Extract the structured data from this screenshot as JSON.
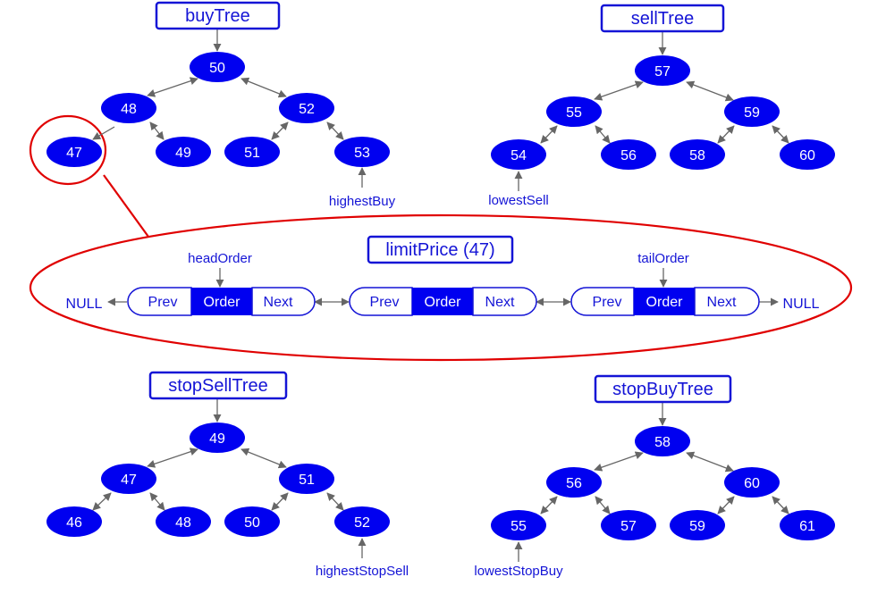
{
  "colors": {
    "node_fill": "#0000f0",
    "text_blue": "#1414d6",
    "edge": "#666666",
    "highlight": "#e00000"
  },
  "trees": {
    "buy": {
      "title": "buyTree",
      "nodes": [
        "50",
        "48",
        "52",
        "47",
        "49",
        "51",
        "53"
      ],
      "pointer": "highestBuy"
    },
    "sell": {
      "title": "sellTree",
      "nodes": [
        "57",
        "55",
        "59",
        "54",
        "56",
        "58",
        "60"
      ],
      "pointer": "lowestSell"
    },
    "stopSell": {
      "title": "stopSellTree",
      "nodes": [
        "49",
        "47",
        "51",
        "46",
        "48",
        "50",
        "52"
      ],
      "pointer": "highestStopSell"
    },
    "stopBuy": {
      "title": "stopBuyTree",
      "nodes": [
        "58",
        "56",
        "60",
        "55",
        "57",
        "59",
        "61"
      ],
      "pointer": "lowestStopBuy"
    }
  },
  "limit": {
    "title": "limitPrice (47)",
    "head_label": "headOrder",
    "tail_label": "tailOrder",
    "null_left": "NULL",
    "null_right": "NULL",
    "orders": [
      {
        "prev": "Prev",
        "order": "Order",
        "next": "Next"
      },
      {
        "prev": "Prev",
        "order": "Order",
        "next": "Next"
      },
      {
        "prev": "Prev",
        "order": "Order",
        "next": "Next"
      }
    ]
  }
}
